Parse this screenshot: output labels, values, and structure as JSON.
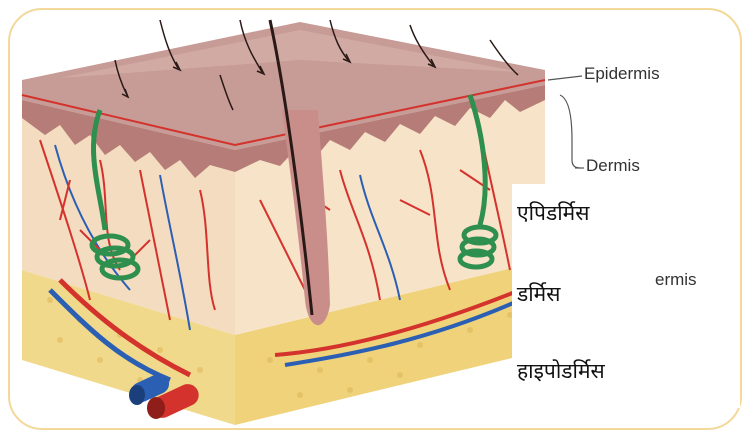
{
  "labels_en": {
    "epidermis": "Epidermis",
    "dermis": "Dermis",
    "hypodermis_partial": "ermis"
  },
  "labels_hi": {
    "epidermis": "एपिडर्मिस",
    "dermis": "डर्मिस",
    "hypodermis": "हाइपोडर्मिस"
  },
  "colors": {
    "skin_surface": "#c79b96",
    "dermis_fill": "#f4dcc0",
    "fat_layer": "#f0d98a",
    "artery": "#d4322c",
    "vein": "#2a5fb4",
    "gland": "#2f8f4e",
    "hair": "#2a1a17",
    "frame_border": "#f3d89a"
  }
}
